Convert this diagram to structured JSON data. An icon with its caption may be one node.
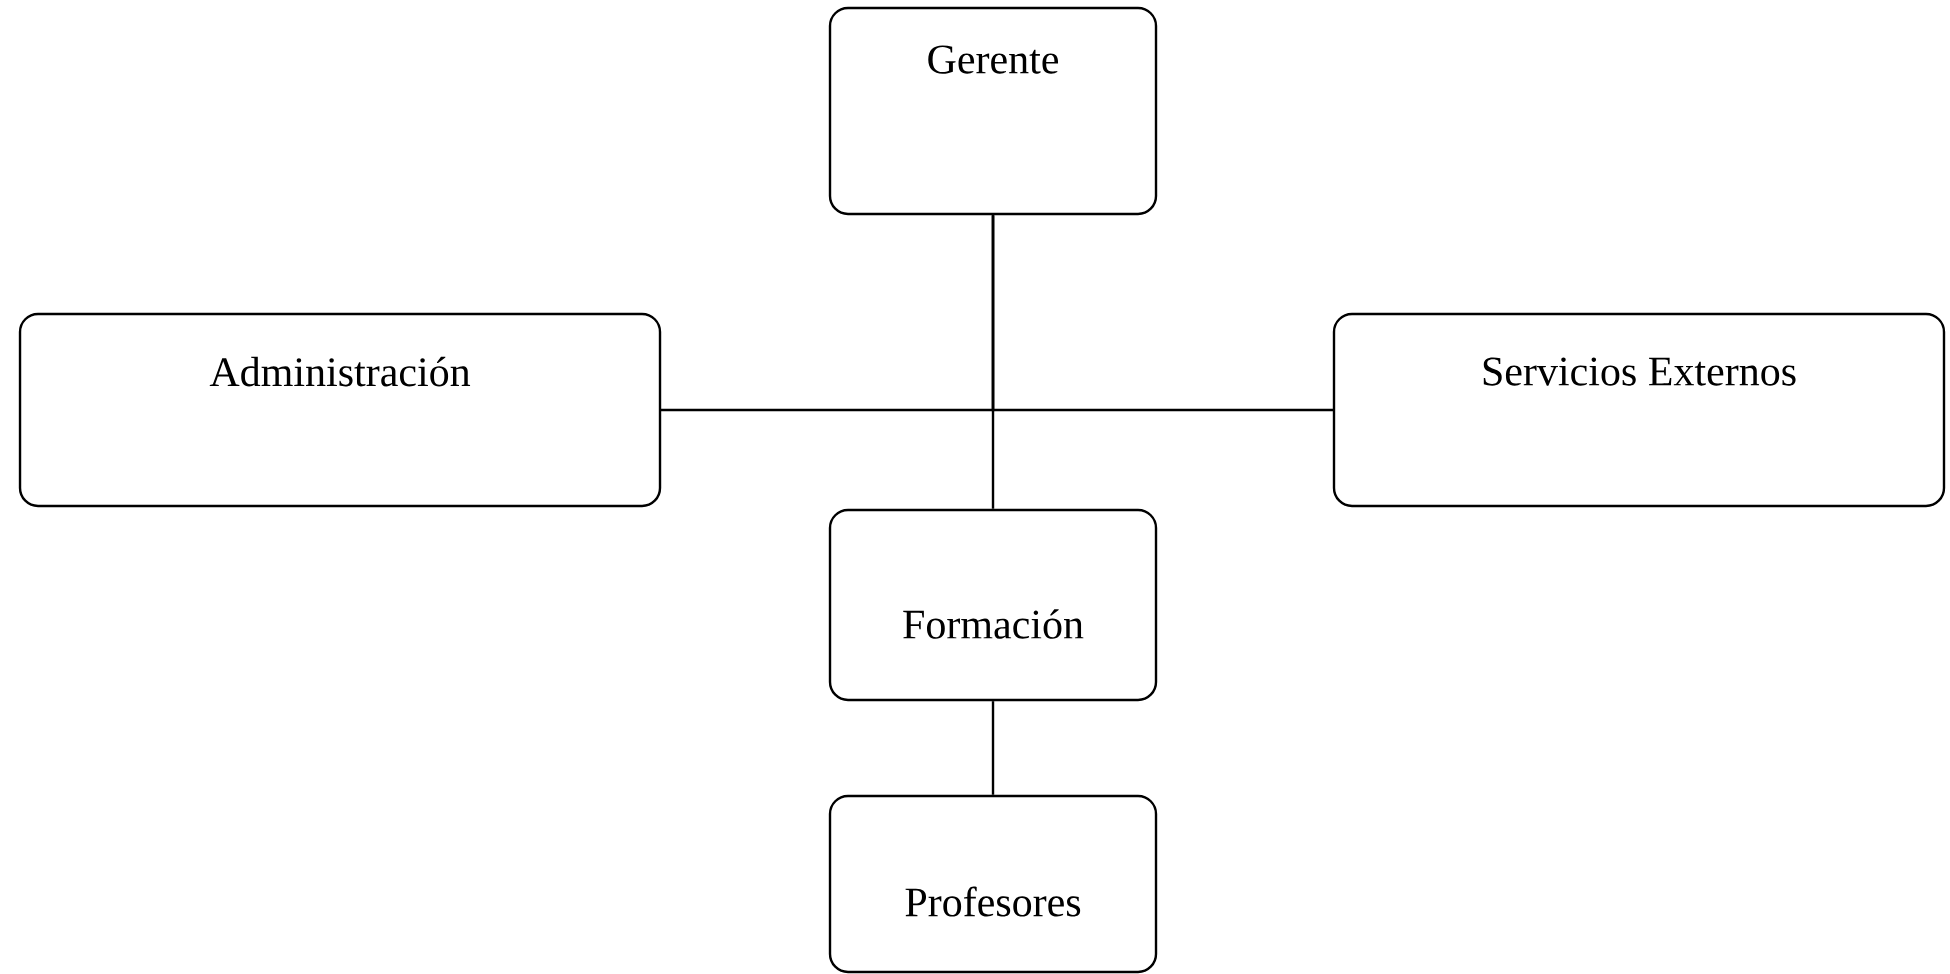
{
  "diagram": {
    "nodes": [
      {
        "text": [
          "Gerente"
        ]
      },
      {
        "text": [
          "Administración"
        ]
      },
      {
        "text": [
          "Servicios Externos"
        ]
      },
      {
        "text": [
          "Formación"
        ]
      },
      {
        "text": [
          "Profesores"
        ]
      }
    ],
    "edges": [
      {
        "from": 0,
        "to": 1,
        "arrow": "none"
      },
      {
        "from": 0,
        "to": 2,
        "arrow": "none"
      },
      {
        "from": 0,
        "to": 3,
        "arrow": "none"
      },
      {
        "from": 3,
        "to": 4,
        "arrow": "none"
      }
    ]
  }
}
